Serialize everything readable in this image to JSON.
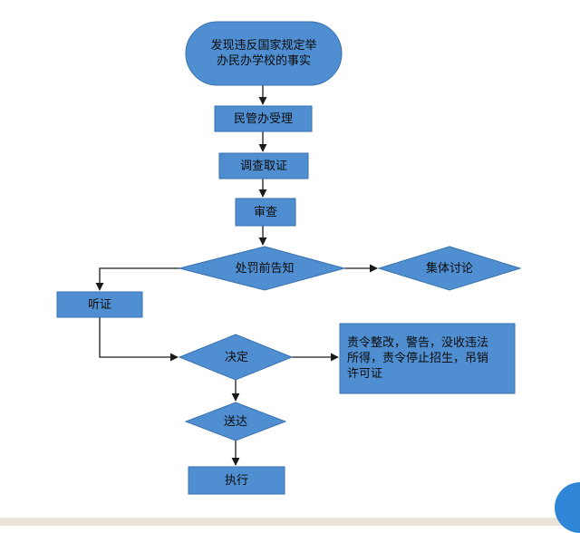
{
  "colors": {
    "node_fill": "#4f8fd1",
    "node_border": "#3a72b0",
    "edge": "#1a1a1a",
    "text": "#0a0a0a"
  },
  "nodes": {
    "discover": {
      "label": "发现违反国家规定举\n办民办学校的事实",
      "shape": "rounded"
    },
    "accept": {
      "label": "民管办受理",
      "shape": "rect"
    },
    "investigate": {
      "label": "调查取证",
      "shape": "rect"
    },
    "review": {
      "label": "审查",
      "shape": "rect"
    },
    "notice": {
      "label": "处罚前告知",
      "shape": "diamond"
    },
    "discuss": {
      "label": "集体讨论",
      "shape": "diamond"
    },
    "hearing": {
      "label": "听证",
      "shape": "rect"
    },
    "decide": {
      "label": "决定",
      "shape": "diamond"
    },
    "penalties": {
      "label": "责令整改，警告，没收违法\n所得，责令停止招生，吊销\n许可证",
      "shape": "rect"
    },
    "deliver": {
      "label": "送达",
      "shape": "diamond"
    },
    "execute": {
      "label": "执行",
      "shape": "rect"
    }
  }
}
